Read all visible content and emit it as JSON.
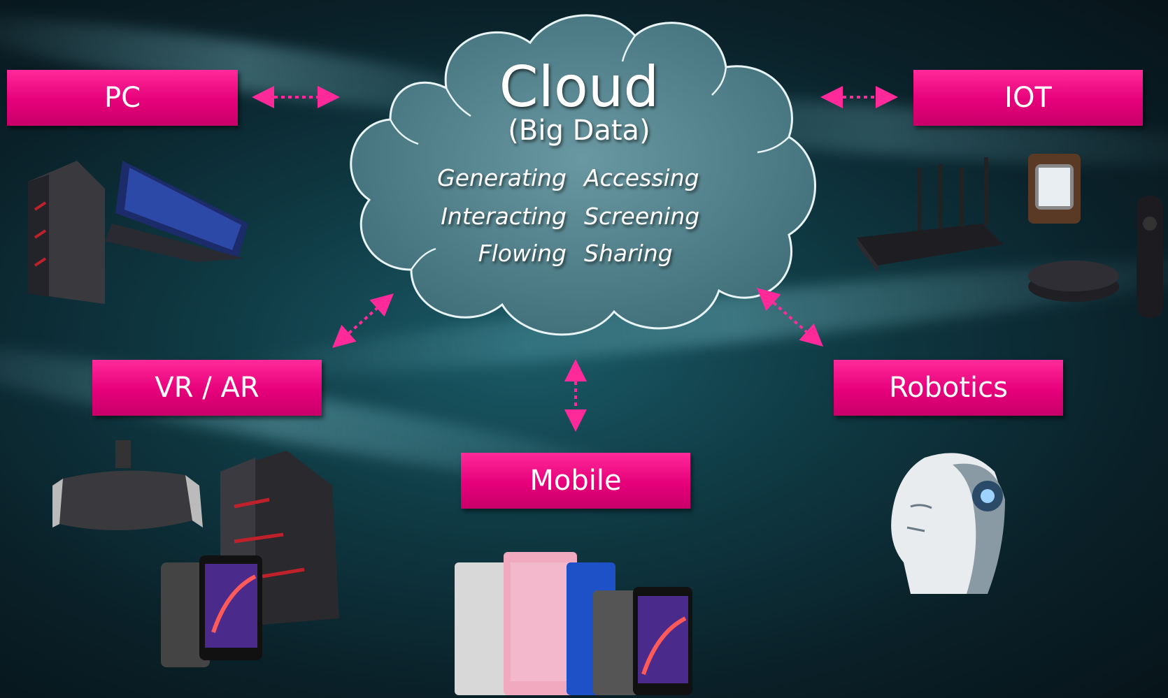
{
  "cloud": {
    "title": "Cloud",
    "subtitle": "(Big Data)",
    "verbs_left": [
      "Generating",
      "Interacting",
      "Flowing"
    ],
    "verbs_right": [
      "Accessing",
      "Screening",
      "Sharing"
    ]
  },
  "nodes": {
    "pc": "PC",
    "iot": "IOT",
    "vr_ar": "VR / AR",
    "robotics": "Robotics",
    "mobile": "Mobile"
  },
  "colors": {
    "accent": "#e6007a",
    "cloud_fill": "#4f7f88",
    "arrow": "#ff2a9a"
  }
}
